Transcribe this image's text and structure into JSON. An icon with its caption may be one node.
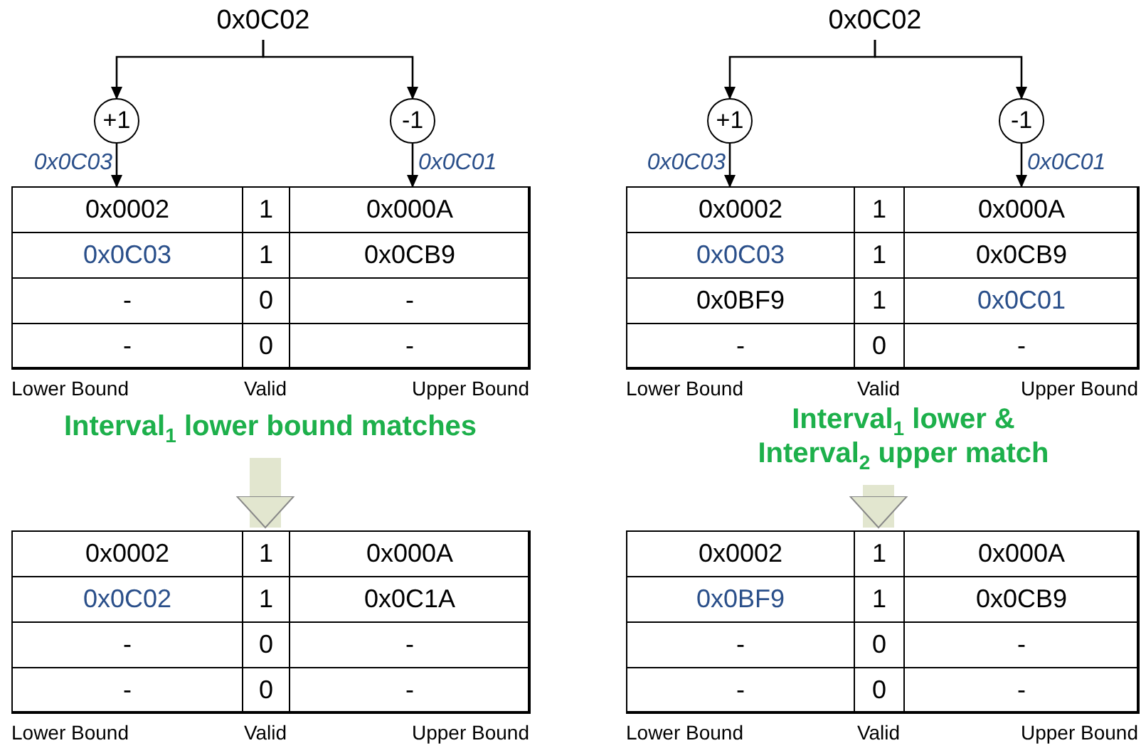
{
  "diagram": {
    "nodes": [
      {
        "text": [
          "0x0C02"
        ]
      },
      {
        "text": [
          "+1"
        ]
      },
      {
        "text": [
          "-1"
        ]
      },
      {
        "text": [
          "0x0002",
          "1",
          "0x000A",
          "0x0C03",
          "1",
          "0x0CB9",
          "-",
          "0",
          "-",
          "-",
          "0",
          "-"
        ],
        "beside": [
          "Lower Bound",
          "Valid",
          "Upper Bound"
        ]
      },
      {
        "text": [
          "0x0C02"
        ]
      },
      {
        "text": [
          "+1"
        ]
      },
      {
        "text": [
          "-1"
        ]
      },
      {
        "text": [
          "0x0002",
          "1",
          "0x000A",
          "0x0C03",
          "1",
          "0x0CB9",
          "0x0BF9",
          "1",
          "0x0C01",
          "-",
          "0",
          "-"
        ],
        "beside": [
          "Lower Bound",
          "Valid",
          "Upper Bound"
        ]
      },
      {
        "text": [
          "0x0002",
          "1",
          "0x000A",
          "0x0C02",
          "1",
          "0x0C1A",
          "-",
          "0",
          "-",
          "-",
          "0",
          "-"
        ],
        "beside": [
          "Lower Bound",
          "Valid",
          "Upper Bound"
        ]
      },
      {
        "text": [
          "0x0002",
          "1",
          "0x000A",
          "0x0BF9",
          "1",
          "0x0CB9",
          "-",
          "0",
          "-",
          "-",
          "0",
          "-"
        ],
        "beside": [
          "Lower Bound",
          "Valid",
          "Upper Bound"
        ]
      }
    ],
    "edges": [
      {
        "from": 0,
        "to": 1,
        "arrow": "to"
      },
      {
        "from": 0,
        "to": 2,
        "arrow": "to"
      },
      {
        "from": 1,
        "to": 3,
        "arrow": "to",
        "label": "0x0C03"
      },
      {
        "from": 2,
        "to": 3,
        "arrow": "to",
        "label": "0x0C01"
      },
      {
        "from": 4,
        "to": 5,
        "arrow": "to"
      },
      {
        "from": 4,
        "to": 6,
        "arrow": "to"
      },
      {
        "from": 5,
        "to": 7,
        "arrow": "to",
        "label": "0x0C03"
      },
      {
        "from": 6,
        "to": 7,
        "arrow": "to",
        "label": "0x0C01"
      },
      {
        "from": null,
        "to": 8,
        "arrow": "to",
        "style": "thick",
        "color": "#e2e6cf"
      },
      {
        "from": null,
        "to": 9,
        "arrow": "to",
        "style": "thick",
        "color": "#e2e6cf"
      }
    ],
    "labels": [
      "Interval$_{1}$ lower bound matches",
      "Interval$_{1}$ lower & Interval$_{2}$ upper match"
    ]
  }
}
